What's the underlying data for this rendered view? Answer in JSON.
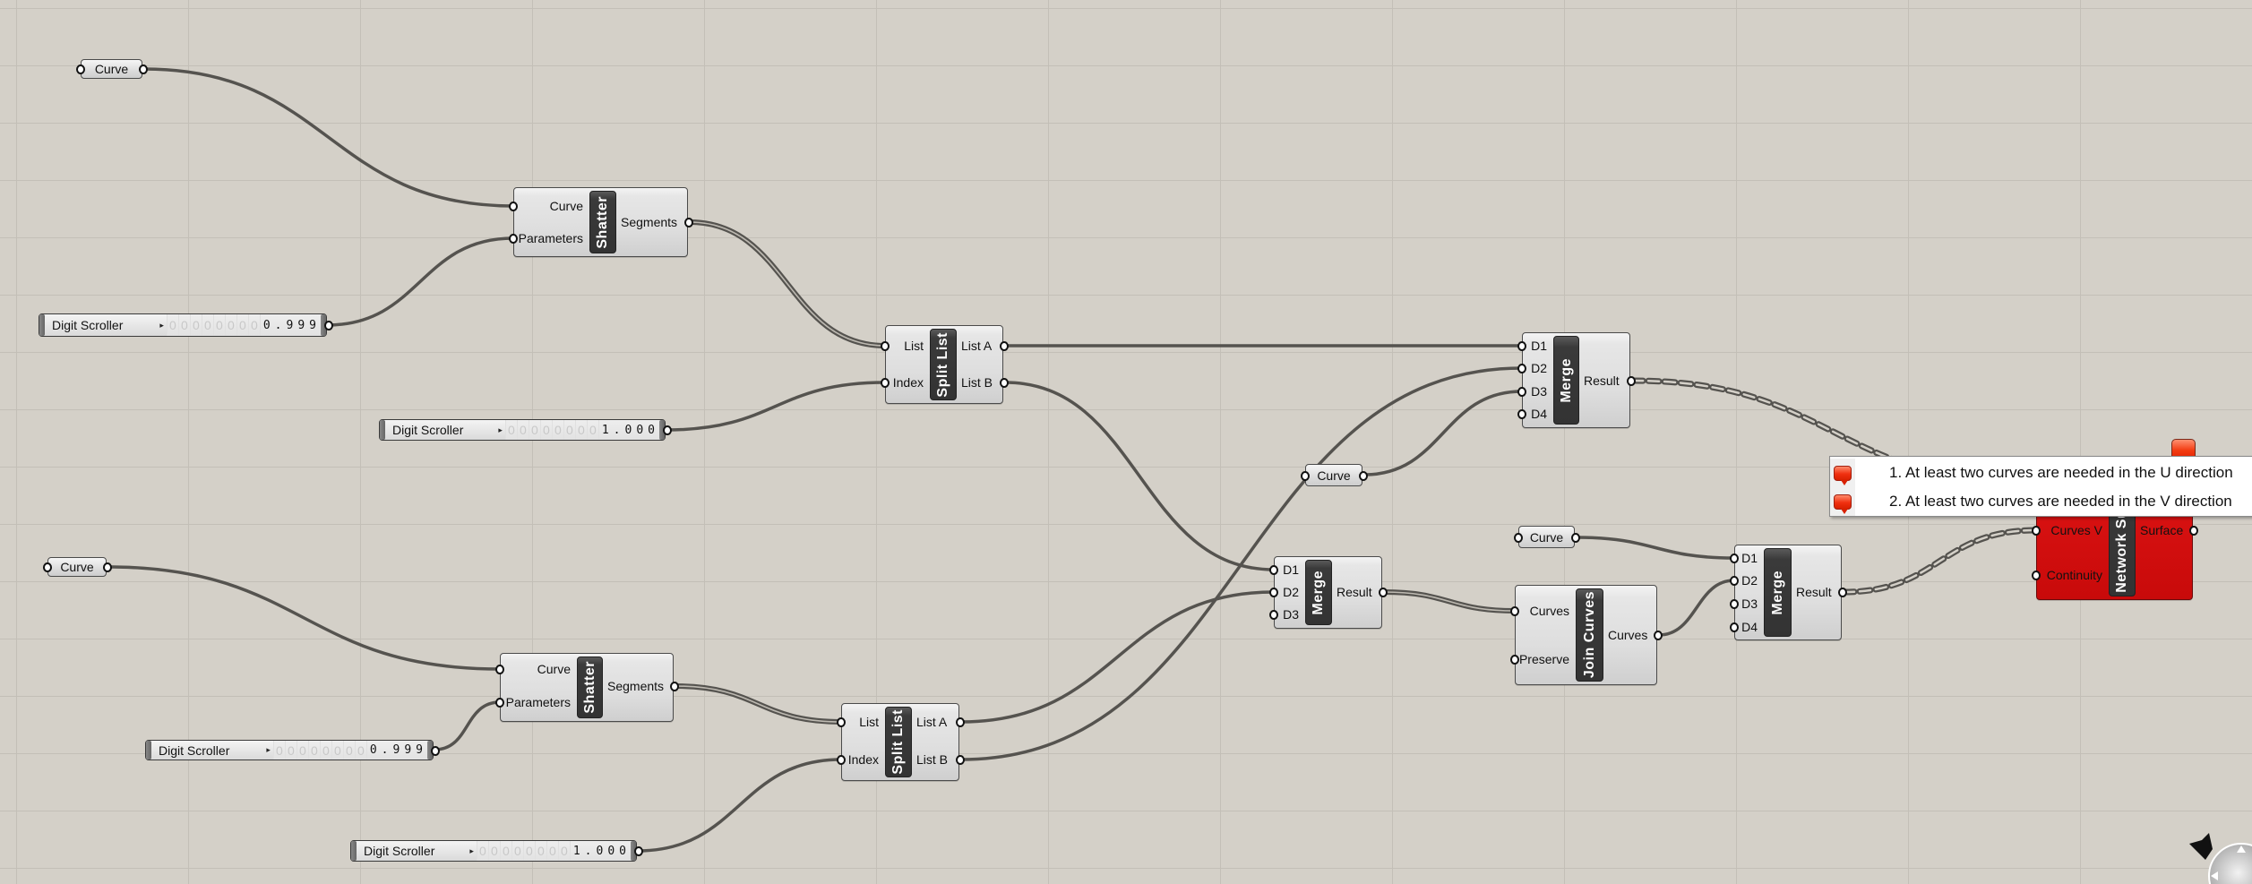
{
  "colors": {
    "canvas": "#d4d0c8",
    "wire": "#55534f",
    "error_component": "#cc1010",
    "strip": "#3a3a3a"
  },
  "params": {
    "curve_1": {
      "label": "Curve"
    },
    "curve_2": {
      "label": "Curve"
    },
    "curve_3": {
      "label": "Curve"
    },
    "curve_4": {
      "label": "Curve"
    }
  },
  "scrollers": {
    "scroller_1": {
      "label": "Digit Scroller",
      "value": "0.999",
      "integer_digits": 9,
      "decimal_digits": 3
    },
    "scroller_2": {
      "label": "Digit Scroller",
      "value": "1.000",
      "integer_digits": 9,
      "decimal_digits": 3
    },
    "scroller_3": {
      "label": "Digit Scroller",
      "value": "0.999",
      "integer_digits": 9,
      "decimal_digits": 3
    },
    "scroller_4": {
      "label": "Digit Scroller",
      "value": "1.000",
      "integer_digits": 9,
      "decimal_digits": 3
    }
  },
  "components": {
    "shatter_1": {
      "name": "Shatter",
      "inputs": [
        "Curve",
        "Parameters"
      ],
      "outputs": [
        "Segments"
      ]
    },
    "split_list_1": {
      "name": "Split List",
      "inputs": [
        "List",
        "Index"
      ],
      "outputs": [
        "List A",
        "List B"
      ]
    },
    "merge_1": {
      "name": "Merge",
      "inputs": [
        "D1",
        "D2",
        "D3",
        "D4"
      ],
      "outputs": [
        "Result"
      ]
    },
    "merge_2": {
      "name": "Merge",
      "inputs": [
        "D1",
        "D2",
        "D3"
      ],
      "outputs": [
        "Result"
      ]
    },
    "join_curves": {
      "name": "Join Curves",
      "inputs": [
        "Curves",
        "Preserve"
      ],
      "outputs": [
        "Curves"
      ]
    },
    "merge_3": {
      "name": "Merge",
      "inputs": [
        "D1",
        "D2",
        "D3",
        "D4"
      ],
      "outputs": [
        "Result"
      ]
    },
    "network_surface": {
      "name": "Network Surface",
      "inputs": [
        "Curves V",
        "Continuity"
      ],
      "outputs": [
        "Surface"
      ],
      "state": "error"
    },
    "shatter_2": {
      "name": "Shatter",
      "inputs": [
        "Curve",
        "Parameters"
      ],
      "outputs": [
        "Segments"
      ]
    },
    "split_list_2": {
      "name": "Split List",
      "inputs": [
        "List",
        "Index"
      ],
      "outputs": [
        "List A",
        "List B"
      ]
    }
  },
  "warnings": [
    "1. At least two curves are needed in the U direction",
    "2. At least two curves are needed in the V direction"
  ]
}
